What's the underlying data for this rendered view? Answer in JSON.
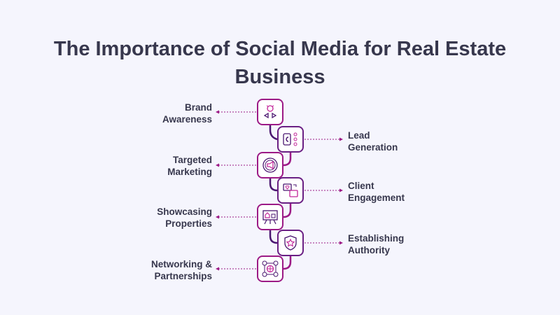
{
  "title": "The Importance of Social Media for Real Estate Business",
  "title_lines": [
    "The Importance of Social Media for Real Estate",
    "Business"
  ],
  "colors": {
    "magenta": "#9c1a86",
    "purple": "#5a1b78",
    "text": "#37374d",
    "background": "#f5f5fd"
  },
  "items": [
    {
      "lines": [
        "Brand",
        "Awareness"
      ],
      "side": "left",
      "icon": "lightbulb-megaphone-icon"
    },
    {
      "lines": [
        "Lead",
        "Generation"
      ],
      "side": "right",
      "icon": "magnet-people-icon"
    },
    {
      "lines": [
        "Targeted",
        "Marketing"
      ],
      "side": "left",
      "icon": "target-megaphone-icon"
    },
    {
      "lines": [
        "Client",
        "Engagement"
      ],
      "side": "right",
      "icon": "chat-like-icon"
    },
    {
      "lines": [
        "Showcasing",
        "Properties"
      ],
      "side": "left",
      "icon": "house-presentation-icon"
    },
    {
      "lines": [
        "Establishing",
        "Authority"
      ],
      "side": "right",
      "icon": "shield-star-icon"
    },
    {
      "lines": [
        "Networking &",
        "Partnerships"
      ],
      "side": "left",
      "icon": "globe-network-icon"
    }
  ]
}
